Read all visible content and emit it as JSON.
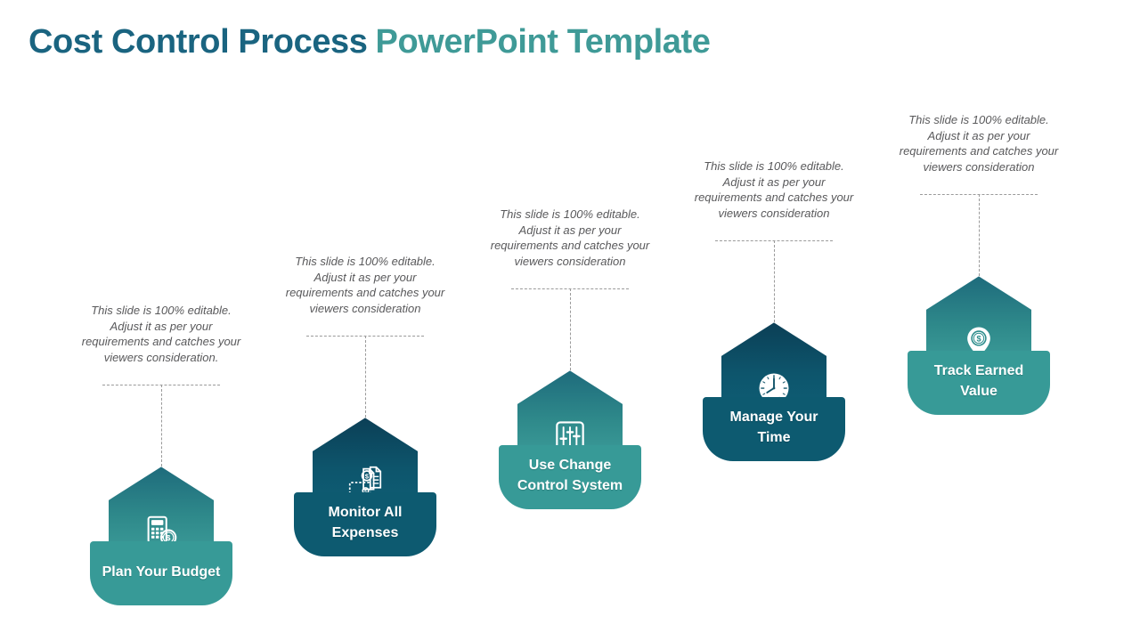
{
  "title": {
    "part1": "Cost Control Process",
    "part2": "PowerPoint Template",
    "color_dark": "#1a6480",
    "color_light": "#3f9a97"
  },
  "theme": {
    "light_teal": "#379a97",
    "dark_teal": "#0d5a70",
    "caption_text": "#59595b",
    "background": "#ffffff"
  },
  "steps": [
    {
      "id": "plan-your-budget",
      "label": "Plan Your Budget",
      "caption": "This slide is 100% editable. Adjust it as per your requirements and catches your viewers consideration.",
      "icon": "calculator-dollar-icon",
      "tone": "light"
    },
    {
      "id": "monitor-all-expenses",
      "label": "Monitor All Expenses",
      "caption": "This slide is 100% editable. Adjust it as per your requirements and catches your viewers consideration",
      "icon": "banknote-invoice-dollar-icon",
      "tone": "dark"
    },
    {
      "id": "use-change-control-system",
      "label": "Use Change Control System",
      "caption": "This slide is 100% editable. Adjust it as per your requirements and catches your viewers consideration",
      "icon": "sliders-equalizer-icon",
      "tone": "light"
    },
    {
      "id": "manage-your-time",
      "label": "Manage Your Time",
      "caption": "This slide is 100% editable. Adjust it as per your requirements and catches your viewers consideration",
      "icon": "clock-icon",
      "tone": "dark"
    },
    {
      "id": "track-earned-value",
      "label": "Track Earned Value",
      "caption": "This slide is 100% editable. Adjust it as per your requirements and catches your viewers consideration",
      "icon": "map-pin-dollar-icon",
      "tone": "light"
    }
  ]
}
